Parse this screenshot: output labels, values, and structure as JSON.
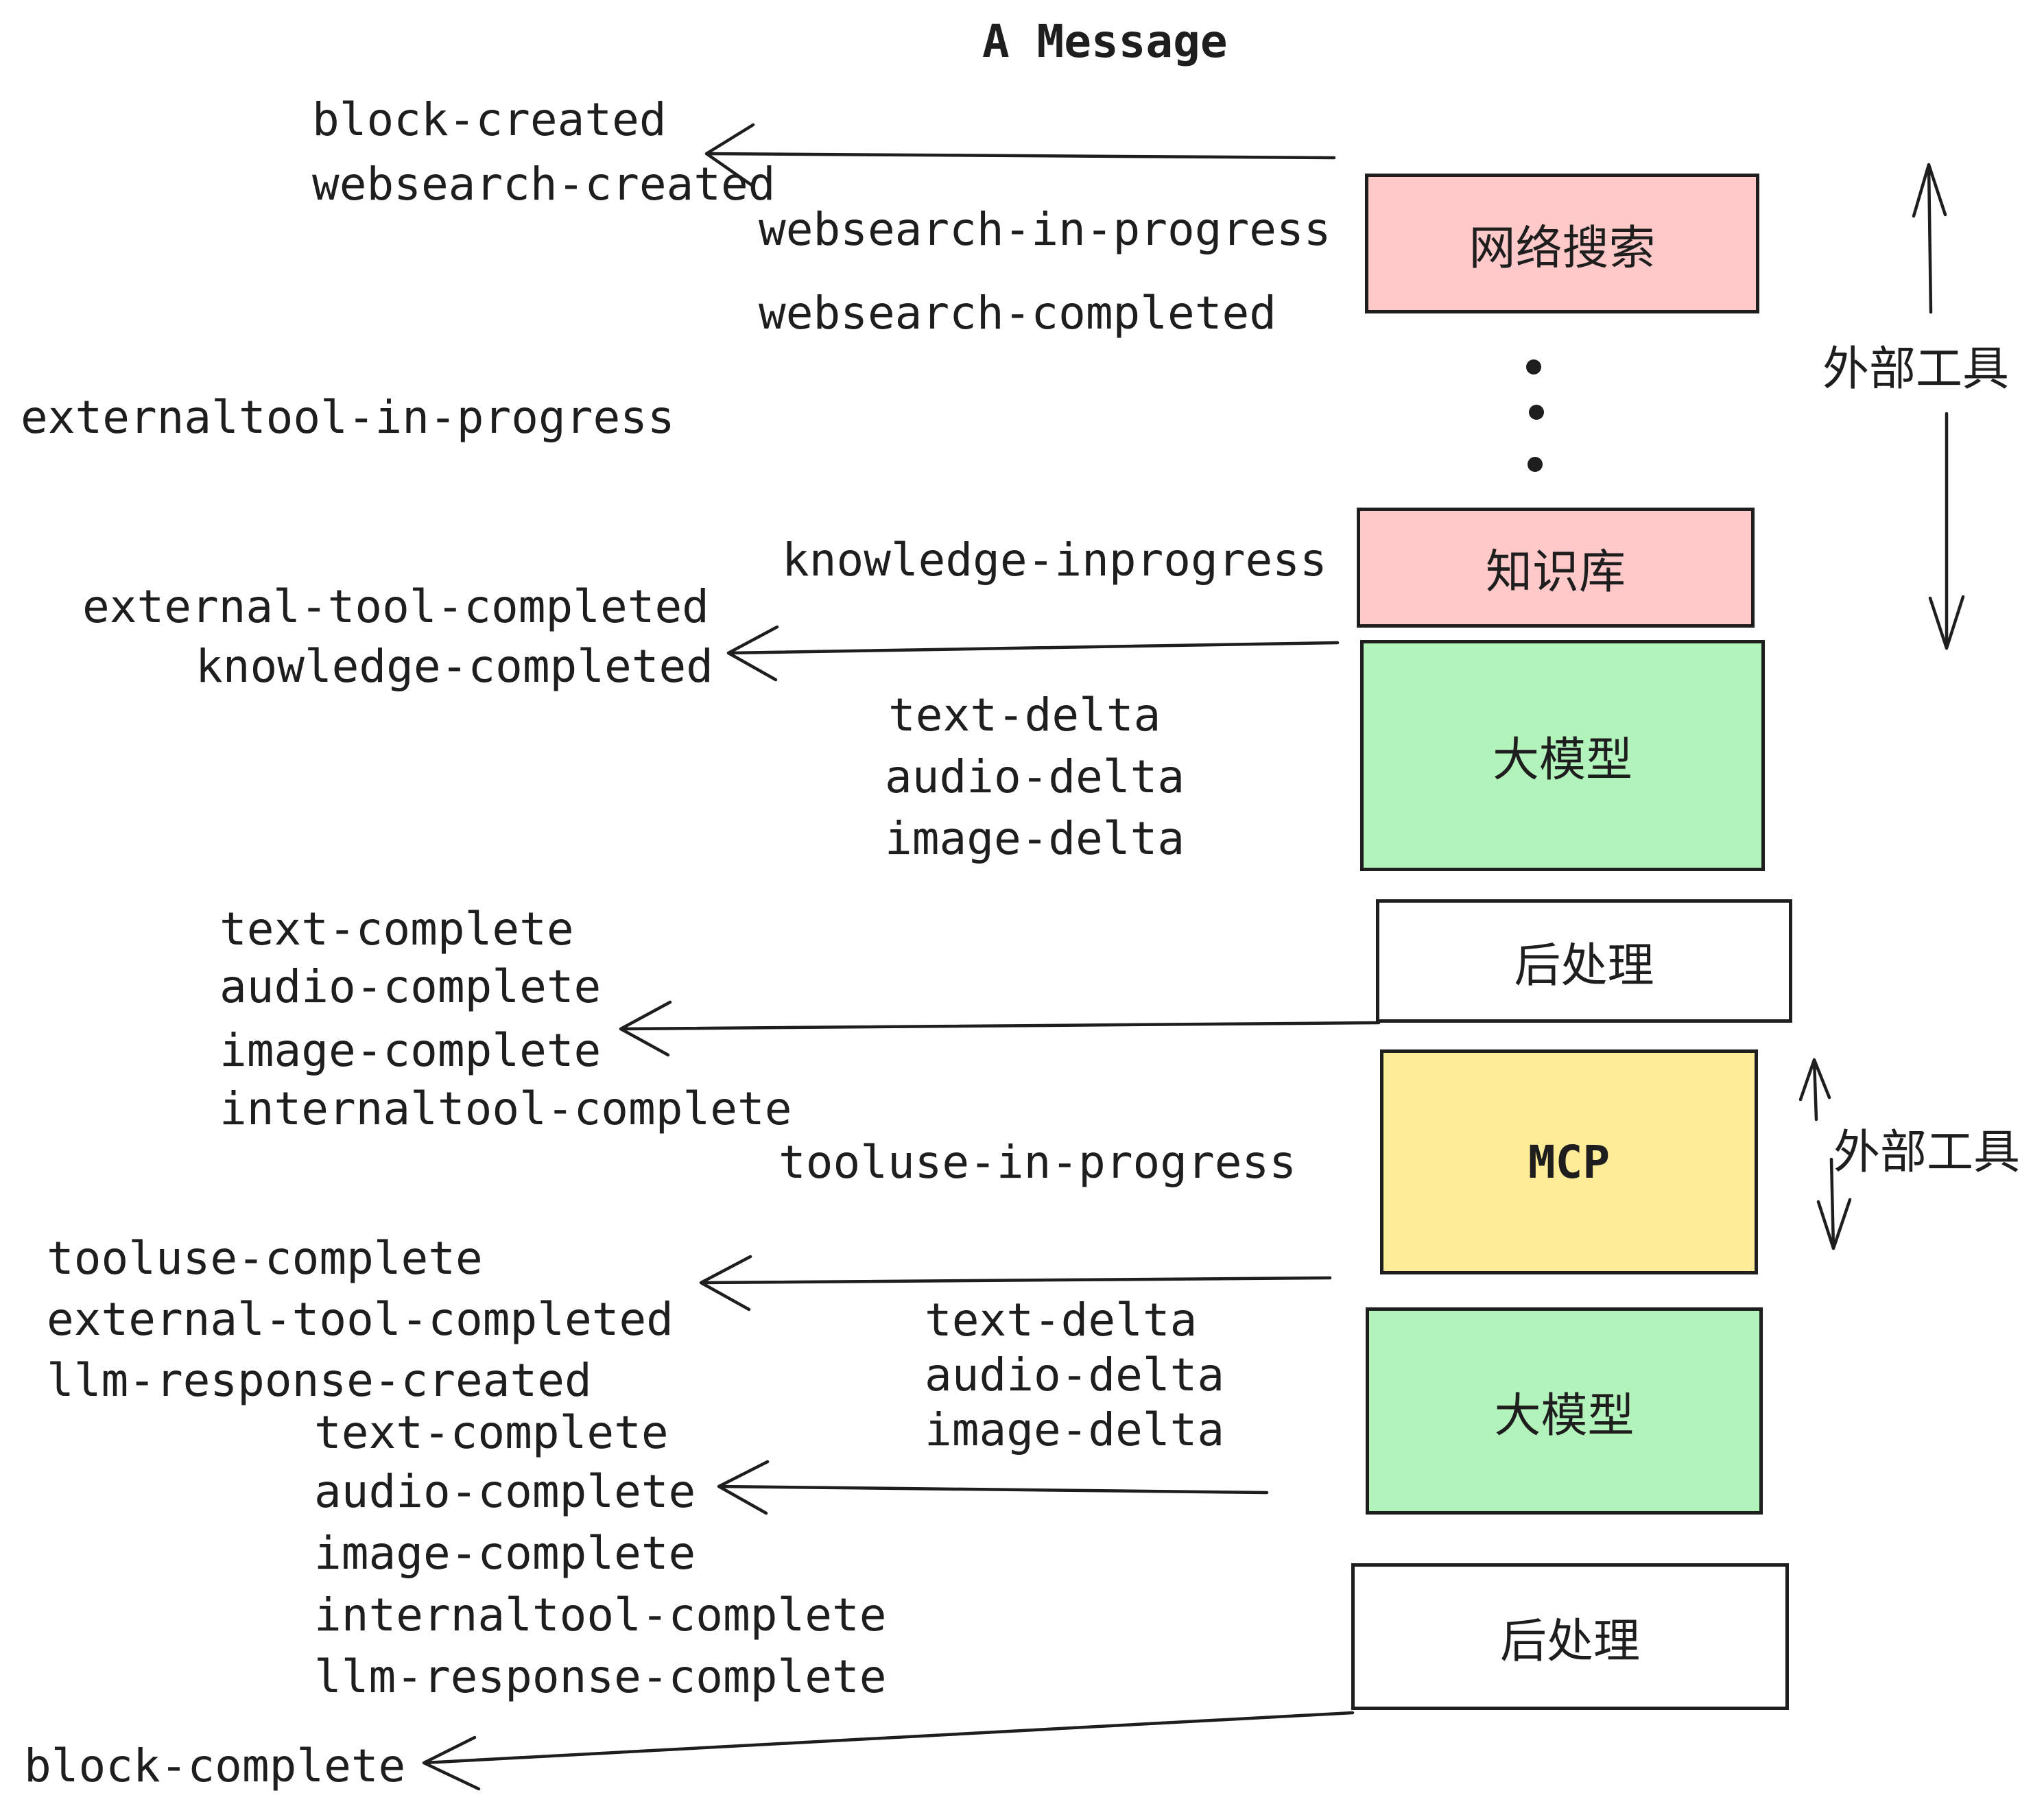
{
  "title": "A Message",
  "colors": {
    "pink": "#ffc9c9",
    "green": "#b2f2bb",
    "yellow": "#ffec99",
    "white": "#ffffff",
    "stroke": "#1e1e1e"
  },
  "boxes": [
    {
      "label": "网络搜索",
      "fill": "pink"
    },
    {
      "label": "知识库",
      "fill": "pink"
    },
    {
      "label": "大模型",
      "fill": "green"
    },
    {
      "label": "后处理",
      "fill": "white"
    },
    {
      "label": "MCP",
      "fill": "yellow"
    },
    {
      "label": "大模型",
      "fill": "green"
    },
    {
      "label": "后处理",
      "fill": "white"
    }
  ],
  "side_labels": {
    "external_tools_top": "外部工具",
    "external_tools_mcp": "外部工具"
  },
  "events": {
    "block_created": "block-created",
    "websearch_created": "websearch-created",
    "websearch_in_progress": "websearch-in-progress",
    "websearch_completed": "websearch-completed",
    "externaltool_in_progress": "externaltool-in-progress",
    "knowledge_inprogress": "knowledge-inprogress",
    "external_tool_completed_1": "external-tool-completed",
    "knowledge_completed": "knowledge-completed",
    "text_delta_1": "text-delta",
    "audio_delta_1": "audio-delta",
    "image_delta_1": "image-delta",
    "text_complete_1": "text-complete",
    "audio_complete_1": "audio-complete",
    "image_complete_1": "image-complete",
    "internaltool_complete_1": "internaltool-complete",
    "tooluse_in_progress": "tooluse-in-progress",
    "tooluse_complete": "tooluse-complete",
    "external_tool_completed_2": "external-tool-completed",
    "llm_response_created": "llm-response-created",
    "text_delta_2": "text-delta",
    "audio_delta_2": "audio-delta",
    "image_delta_2": "image-delta",
    "text_complete_2": "text-complete",
    "audio_complete_2": "audio-complete",
    "image_complete_2": "image-complete",
    "internaltool_complete_2": "internaltool-complete",
    "llm_response_complete": "llm-response-complete",
    "block_complete": "block-complete"
  }
}
